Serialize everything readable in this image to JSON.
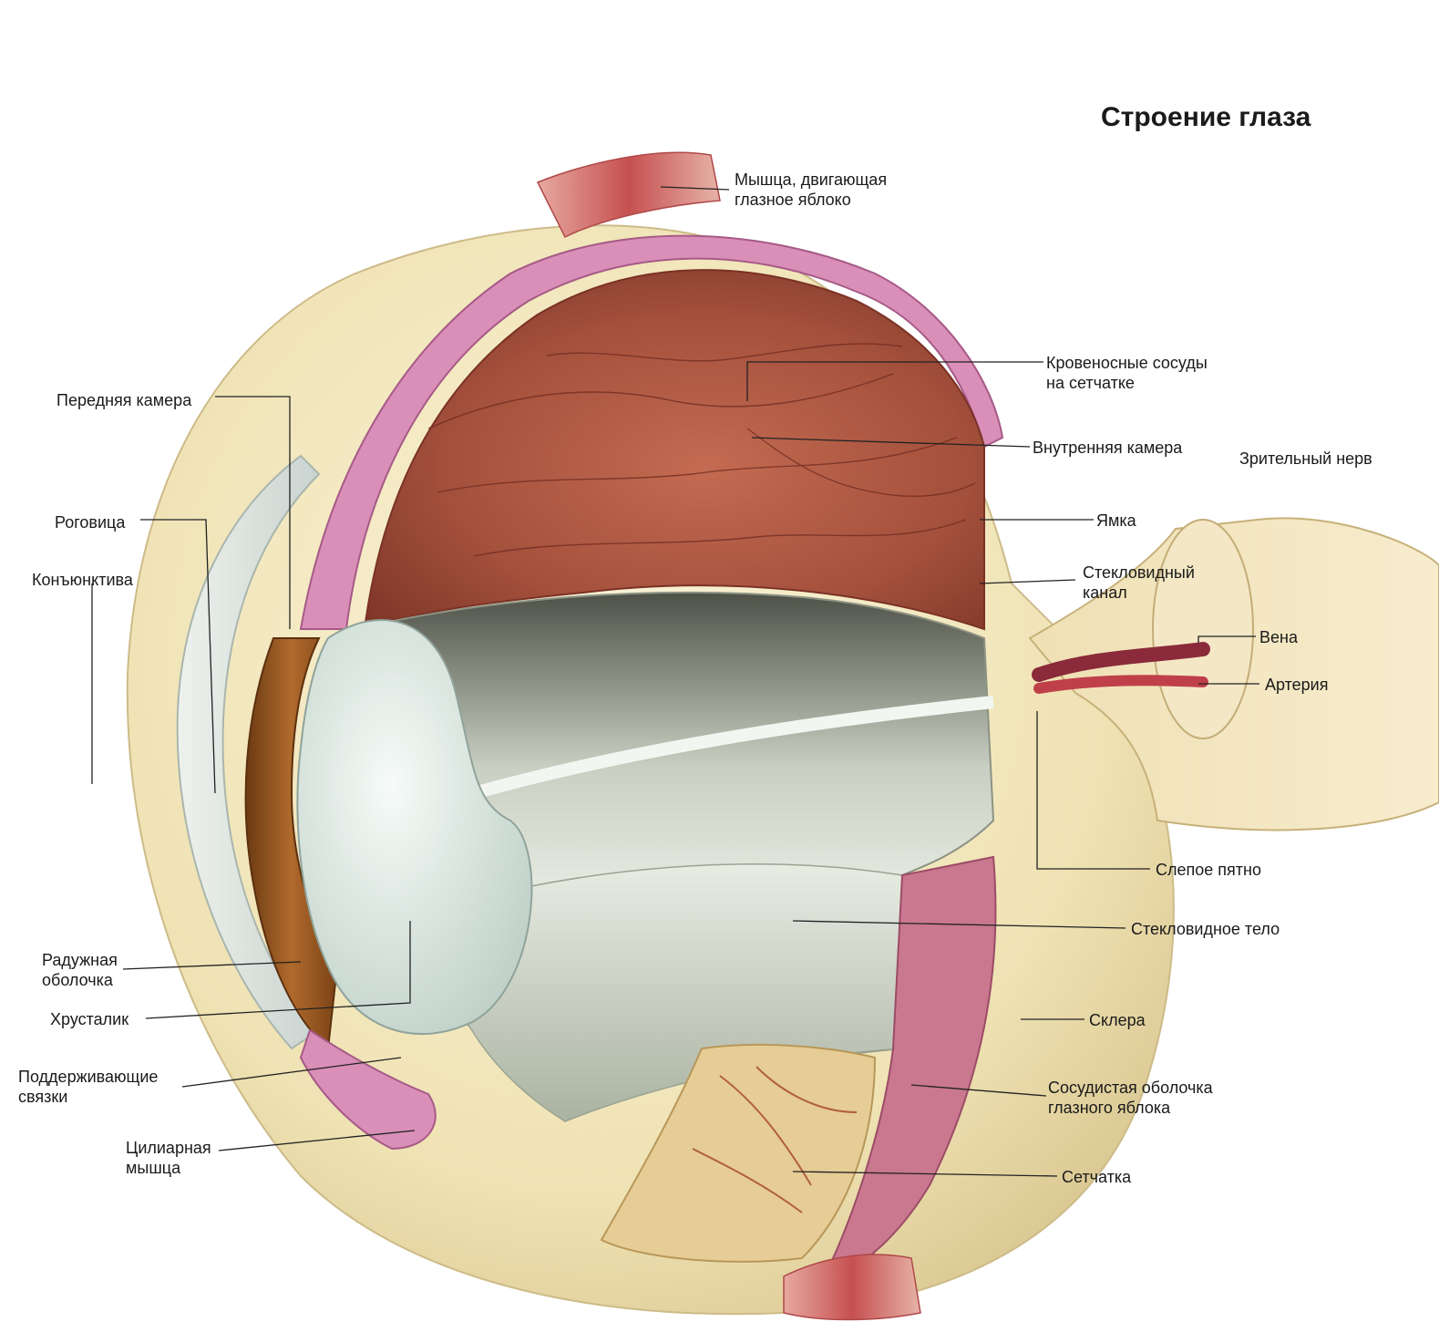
{
  "title": "Строение глаза",
  "labels": {
    "muscle": [
      "Мышца, двигающая",
      "глазное яблоко"
    ],
    "retinal_vessels": [
      "Кровеносные сосуды",
      "на сетчатке"
    ],
    "inner_chamber": "Внутренняя камера",
    "optic_nerve": "Зрительный нерв",
    "fovea": "Ямка",
    "vitreous_canal": [
      "Стекловидный",
      "канал"
    ],
    "vein": "Вена",
    "artery": "Артерия",
    "blind_spot": "Слепое пятно",
    "vitreous_body": "Стекловидное тело",
    "sclera": "Склера",
    "choroid": [
      "Сосудистая оболочка",
      "глазного яблока"
    ],
    "retina": "Сетчатка",
    "anterior_chamber": "Передняя камера",
    "cornea": "Роговица",
    "conjunctiva": "Конъюнктива",
    "iris": [
      "Радужная",
      "оболочка"
    ],
    "lens": "Хрусталик",
    "ligaments": [
      "Поддерживающие",
      "связки"
    ],
    "ciliary_muscle": [
      "Цилиарная",
      "мышца"
    ]
  },
  "colors": {
    "sclera": "#f1e6bf",
    "retina_inner": "#a9523f",
    "choroid": "#d98fb8",
    "vitreous": "#d6dccf",
    "iris": "#9a5a26",
    "lens": "#e6eeea",
    "muscle": "#c85a5a",
    "vein": "#8a2a3a",
    "artery": "#c0404a"
  }
}
